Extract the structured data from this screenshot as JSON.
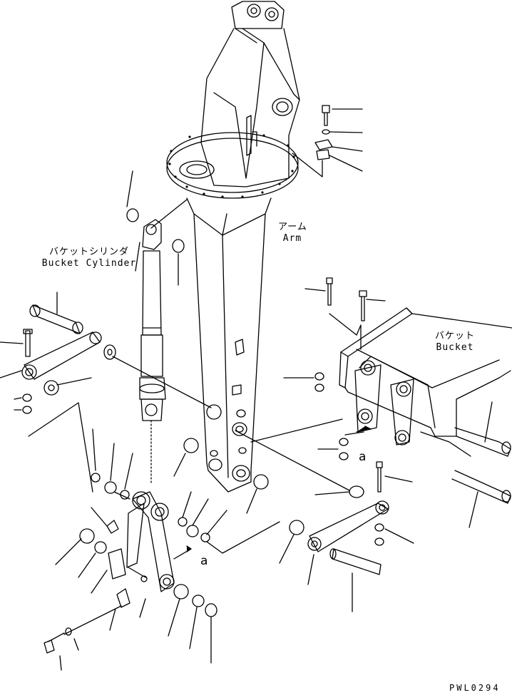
{
  "labels": {
    "arm_jp": "アーム",
    "arm_en": "Arm",
    "bucket_cylinder_jp": "バケットシリンダ",
    "bucket_cylinder_en": "Bucket Cylinder",
    "bucket_jp": "バケット",
    "bucket_en": "Bucket",
    "ref_a_1": "a",
    "ref_a_2": "a"
  },
  "drawing_code": "PWL0294"
}
